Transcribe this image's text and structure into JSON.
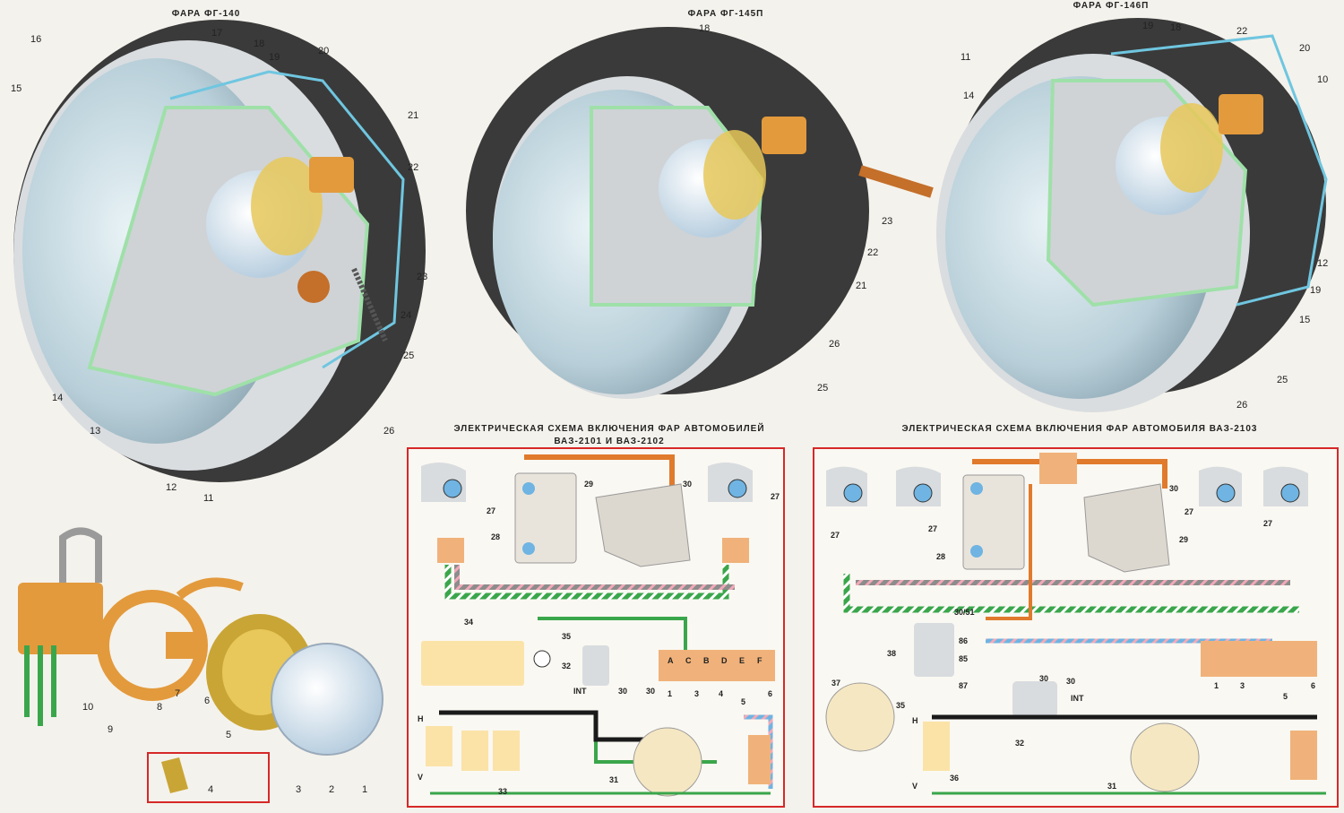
{
  "titles": {
    "fg140": "ФАРА ФГ-140",
    "fg145": "ФАРА ФГ-145П",
    "fg146": "ФАРА ФГ-146П",
    "scheme_2101_l1": "ЭЛЕКТРИЧЕСКАЯ СХЕМА ВКЛЮЧЕНИЯ ФАР АВТОМОБИЛЕЙ",
    "scheme_2101_l2": "ВАЗ-2101 И ВАЗ-2102",
    "scheme_2103": "ЭЛЕКТРИЧЕСКАЯ СХЕМА ВКЛЮЧЕНИЯ ФАР АВТОМОБИЛЯ ВАЗ-2103"
  },
  "callouts": {
    "fg140": [
      "16",
      "17",
      "18",
      "19",
      "20",
      "15",
      "21",
      "22",
      "23",
      "24",
      "25",
      "14",
      "13",
      "12",
      "11",
      "26"
    ],
    "fg145": [
      "18",
      "23",
      "22",
      "21",
      "26",
      "25"
    ],
    "fg146": [
      "19",
      "18",
      "22",
      "20",
      "11",
      "14",
      "10",
      "12",
      "19",
      "15",
      "25",
      "26"
    ],
    "parts": [
      "10",
      "9",
      "8",
      "7",
      "6",
      "5",
      "4",
      "3",
      "2",
      "1"
    ],
    "scheme_left": [
      "27",
      "28",
      "29",
      "30",
      "27",
      "34",
      "35",
      "32",
      "30",
      "INT",
      "30",
      "1",
      "3",
      "4",
      "5",
      "6",
      "H",
      "V",
      "33",
      "31"
    ],
    "scheme_right": [
      "27",
      "27",
      "28",
      "29",
      "30",
      "27",
      "27",
      "38",
      "30/51",
      "86",
      "85",
      "87",
      "30",
      "INT",
      "37",
      "35",
      "32",
      "30",
      "1",
      "3",
      "5",
      "6",
      "H",
      "V",
      "36",
      "31"
    ],
    "connector_letters": [
      "A",
      "C",
      "B",
      "D",
      "E",
      "F"
    ]
  },
  "colors": {
    "frame": "#d62828",
    "wire_orange": "#e07a2c",
    "wire_green": "#3aa64b",
    "wire_blue": "#6fb4e2",
    "wire_black": "#1a1a1a",
    "wire_pink": "#f2a9b8",
    "housing": "#3a3a3a",
    "lens": "#cfe0e8",
    "connector": "#e39a3c",
    "bulb_base": "#e8c85a"
  }
}
